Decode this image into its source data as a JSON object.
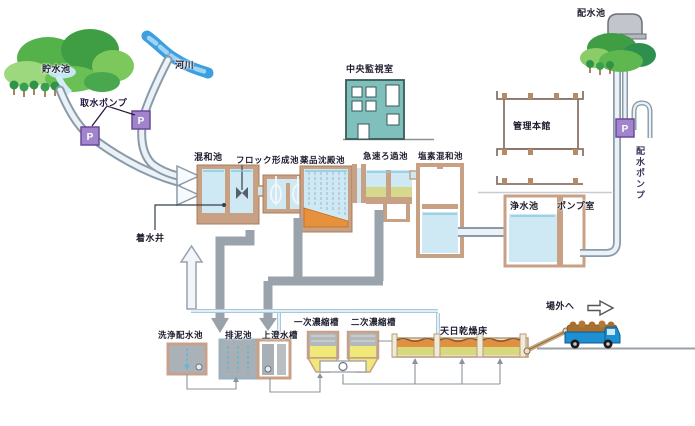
{
  "labels": {
    "reservoir": "貯水池",
    "river": "河川",
    "intake_pump": "取水ポンプ",
    "mixing_basin": "混和池",
    "floc_basin": "フロック形成池",
    "sedimentation_basin": "薬品沈殿池",
    "rapid_filter": "急速ろ過池",
    "chlorine_basin": "塩素混和池",
    "central_control_room": "中央監視室",
    "admin_building": "管理本館",
    "clear_water_basin": "浄水池",
    "pump_room": "ポンプ室",
    "distribution_reservoir": "配水池",
    "distribution_pump": "配水ポンプ",
    "receiving_well": "着水井",
    "wash_water_basin": "洗浄配水池",
    "sludge_basin": "排泥池",
    "supernatant_tank": "上澄水槽",
    "primary_thickener": "一次濃縮槽",
    "secondary_thickener": "二次濃縮槽",
    "sun_drying_bed": "天日乾燥床",
    "offsite": "場外へ"
  },
  "pump_symbol": "P",
  "colors": {
    "water": "#cfe9f4",
    "tank_wall": "#c8a084",
    "sludge_orange": "#e8913c",
    "filter_sand": "#d6d88c",
    "pump_box_purple": "#a184cc",
    "control_building_teal": "#7fbfbc",
    "thickener_yellow": "#f0e878",
    "truck_blue": "#1e90d2",
    "pipe_fill": "#eaf2f8",
    "pipe_stroke": "#8a9aa8",
    "drain_pipe_gray": "#9aa3ac",
    "tree_green": "#3f9e44"
  }
}
